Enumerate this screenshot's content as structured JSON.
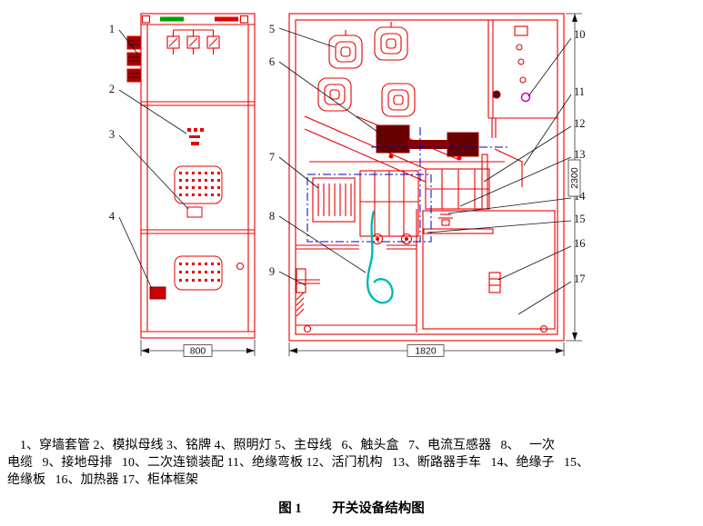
{
  "figure": {
    "caption_label": "图 1",
    "caption_title": "开关设备结构图"
  },
  "legend": {
    "lines": [
      "    1、穿墙套管 2、模拟母线 3、铭牌 4、照明灯 5、主母线   6、触头盒   7、电流互感器   8、   一次",
      "电缆   9、接地母排   10、二次连锁装配 11、绝缘弯板 12、活门机构   13、断路器手车   14、绝缘子   15、",
      "绝缘板   16、加热器 17、柜体框架"
    ],
    "items": [
      {
        "num": "1",
        "name": "穿墙套管"
      },
      {
        "num": "2",
        "name": "模拟母线"
      },
      {
        "num": "3",
        "name": "铭牌"
      },
      {
        "num": "4",
        "name": "照明灯"
      },
      {
        "num": "5",
        "name": "主母线"
      },
      {
        "num": "6",
        "name": "触头盒"
      },
      {
        "num": "7",
        "name": "电流互感器"
      },
      {
        "num": "8",
        "name": "一次电缆"
      },
      {
        "num": "9",
        "name": "接地母排"
      },
      {
        "num": "10",
        "name": "二次连锁装配"
      },
      {
        "num": "11",
        "name": "绝缘弯板"
      },
      {
        "num": "12",
        "name": "活门机构"
      },
      {
        "num": "13",
        "name": "断路器手车"
      },
      {
        "num": "14",
        "name": "绝缘子"
      },
      {
        "num": "15",
        "name": "绝缘板"
      },
      {
        "num": "16",
        "name": "加热器"
      },
      {
        "num": "17",
        "name": "柜体框架"
      }
    ]
  },
  "callouts": [
    "1",
    "2",
    "3",
    "4",
    "5",
    "6",
    "7",
    "8",
    "9",
    "10",
    "11",
    "12",
    "13",
    "14",
    "15",
    "16",
    "17"
  ],
  "dimensions": {
    "front_view_width": "800",
    "side_view_depth": "1820",
    "cabinet_height": "2300"
  },
  "colors": {
    "line_red": "#e80000",
    "dark_red": "#660000",
    "accent_blue": "#0000c8",
    "cable_cyan": "#00b7b7",
    "magenta": "#cc00cc",
    "label_green": "#00a000",
    "text_black": "#111111"
  }
}
